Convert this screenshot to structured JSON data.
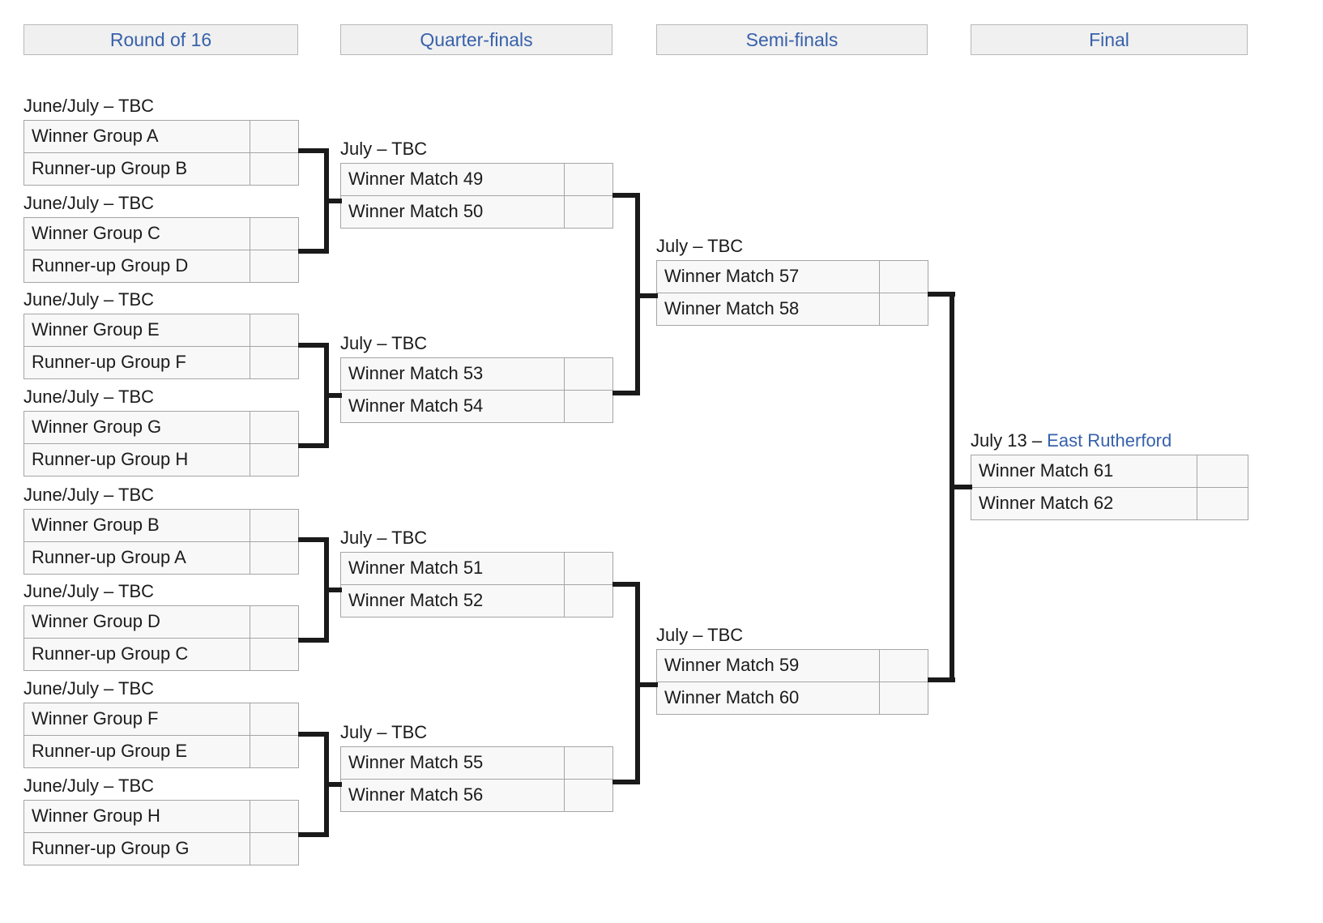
{
  "colors": {
    "header_text": "#3761ab",
    "header_bg": "#f0f0f0",
    "header_border": "#b8b8b8",
    "cell_bg": "#f8f8f8",
    "cell_border": "#a5a5a5",
    "connector": "#1a1a1a",
    "link": "#3761ab",
    "text": "#1b1b1b"
  },
  "headers": [
    {
      "label": "Round of 16"
    },
    {
      "label": "Quarter-finals"
    },
    {
      "label": "Semi-finals"
    },
    {
      "label": "Final"
    }
  ],
  "rounds": {
    "round_of_16": {
      "name": "Round of 16",
      "matches": [
        {
          "label": "June/July – TBC",
          "teams": [
            {
              "name": "Winner Group A",
              "score": ""
            },
            {
              "name": "Runner-up Group B",
              "score": ""
            }
          ]
        },
        {
          "label": "June/July – TBC",
          "teams": [
            {
              "name": "Winner Group C",
              "score": ""
            },
            {
              "name": "Runner-up Group D",
              "score": ""
            }
          ]
        },
        {
          "label": "June/July – TBC",
          "teams": [
            {
              "name": "Winner Group E",
              "score": ""
            },
            {
              "name": "Runner-up Group F",
              "score": ""
            }
          ]
        },
        {
          "label": "June/July – TBC",
          "teams": [
            {
              "name": "Winner Group G",
              "score": ""
            },
            {
              "name": "Runner-up Group H",
              "score": ""
            }
          ]
        },
        {
          "label": "June/July – TBC",
          "teams": [
            {
              "name": "Winner Group B",
              "score": ""
            },
            {
              "name": "Runner-up Group A",
              "score": ""
            }
          ]
        },
        {
          "label": "June/July – TBC",
          "teams": [
            {
              "name": "Winner Group D",
              "score": ""
            },
            {
              "name": "Runner-up Group C",
              "score": ""
            }
          ]
        },
        {
          "label": "June/July – TBC",
          "teams": [
            {
              "name": "Winner Group F",
              "score": ""
            },
            {
              "name": "Runner-up Group E",
              "score": ""
            }
          ]
        },
        {
          "label": "June/July – TBC",
          "teams": [
            {
              "name": "Winner Group H",
              "score": ""
            },
            {
              "name": "Runner-up Group G",
              "score": ""
            }
          ]
        }
      ]
    },
    "quarter_finals": {
      "name": "Quarter-finals",
      "matches": [
        {
          "label": "July – TBC",
          "teams": [
            {
              "name": "Winner Match 49",
              "score": ""
            },
            {
              "name": "Winner Match 50",
              "score": ""
            }
          ]
        },
        {
          "label": "July – TBC",
          "teams": [
            {
              "name": "Winner Match 53",
              "score": ""
            },
            {
              "name": "Winner Match 54",
              "score": ""
            }
          ]
        },
        {
          "label": "July – TBC",
          "teams": [
            {
              "name": "Winner Match 51",
              "score": ""
            },
            {
              "name": "Winner Match 52",
              "score": ""
            }
          ]
        },
        {
          "label": "July – TBC",
          "teams": [
            {
              "name": "Winner Match 55",
              "score": ""
            },
            {
              "name": "Winner Match 56",
              "score": ""
            }
          ]
        }
      ]
    },
    "semi_finals": {
      "name": "Semi-finals",
      "matches": [
        {
          "label": "July – TBC",
          "teams": [
            {
              "name": "Winner Match 57",
              "score": ""
            },
            {
              "name": "Winner Match 58",
              "score": ""
            }
          ]
        },
        {
          "label": "July – TBC",
          "teams": [
            {
              "name": "Winner Match 59",
              "score": ""
            },
            {
              "name": "Winner Match 60",
              "score": ""
            }
          ]
        }
      ]
    },
    "final": {
      "name": "Final",
      "matches": [
        {
          "label_date": "July 13 – ",
          "label_venue": "East Rutherford",
          "teams": [
            {
              "name": "Winner Match 61",
              "score": ""
            },
            {
              "name": "Winner Match 62",
              "score": ""
            }
          ]
        }
      ]
    }
  }
}
